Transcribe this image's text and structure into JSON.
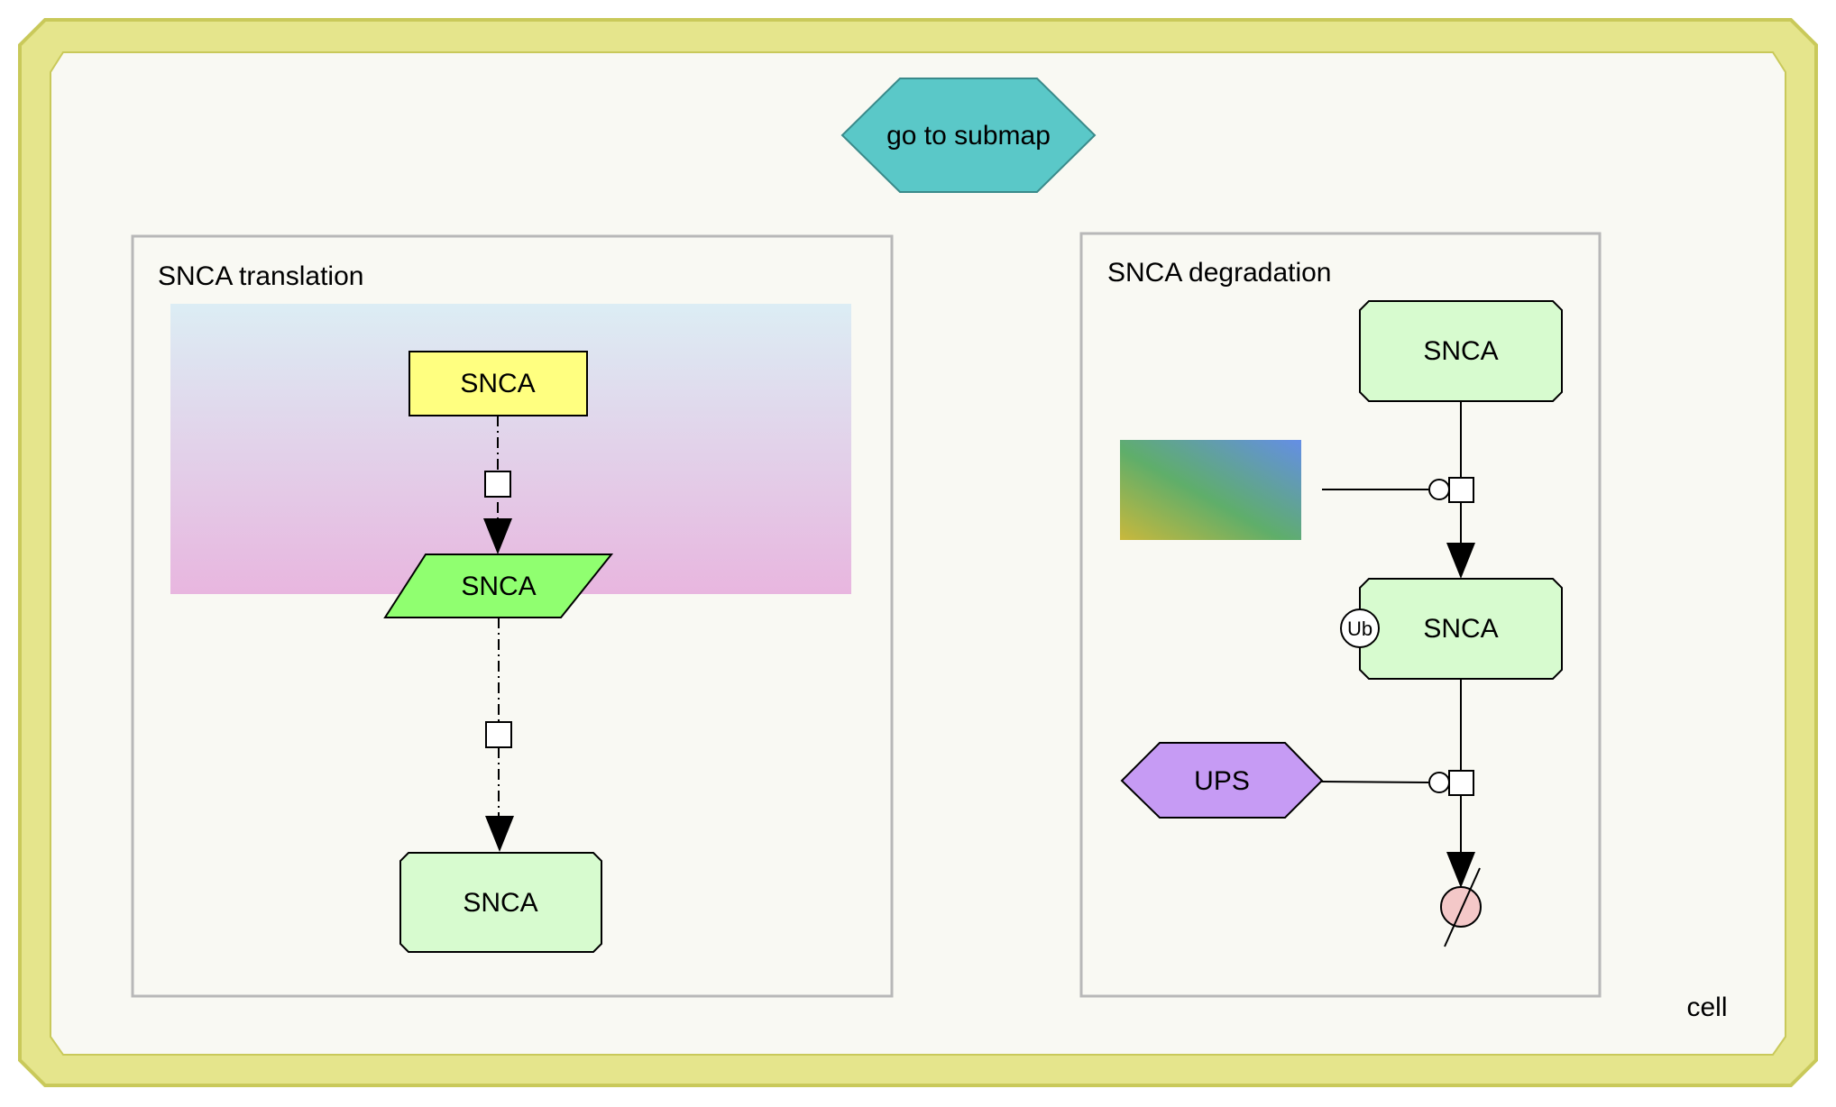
{
  "compartment": {
    "label": "cell",
    "outer_fill": "#e5e58c",
    "outer_stroke": "#c9c95a",
    "inner_fill": "#f9f9f3"
  },
  "submap_button": {
    "label": "go to submap",
    "fill": "#5ac8c8"
  },
  "groups": {
    "translation": {
      "title": "SNCA translation",
      "gene": {
        "label": "SNCA",
        "fill": "#ffff80"
      },
      "rna": {
        "label": "SNCA",
        "fill": "#90ff70"
      },
      "protein": {
        "label": "SNCA",
        "fill": "#d7fbcf"
      }
    },
    "degradation": {
      "title": "SNCA degradation",
      "protein": {
        "label": "SNCA",
        "fill": "#d7fbcf"
      },
      "ubiquitinated": {
        "label": "SNCA",
        "fill": "#d7fbcf"
      },
      "ub_residue": "Ub",
      "ups": {
        "label": "UPS",
        "fill": "#c69bf4"
      },
      "degraded_fill": "#f4c8c8"
    }
  }
}
